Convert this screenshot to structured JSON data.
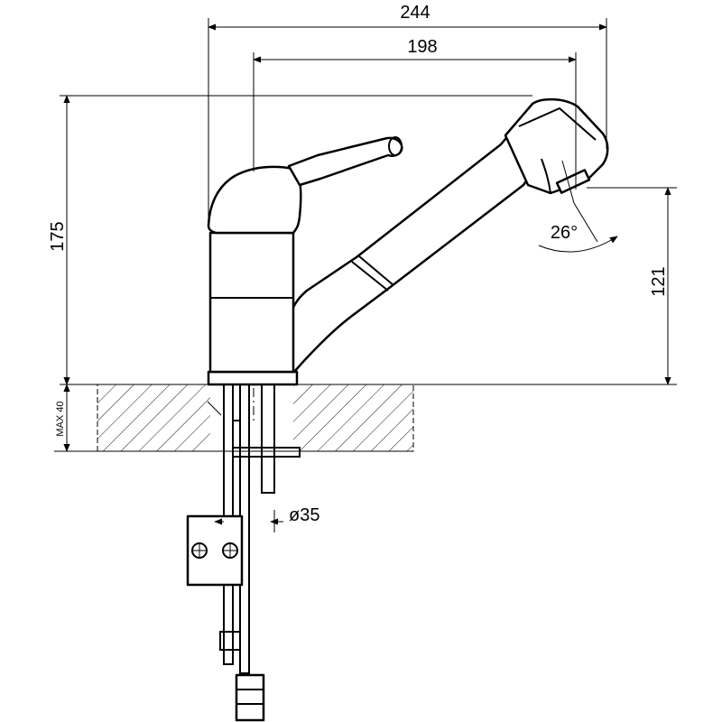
{
  "dimensions": {
    "overall_width": "244",
    "spout_reach": "198",
    "height": "175",
    "outlet_height": "121",
    "spray_angle": "26°",
    "hole_diameter": "ø35",
    "max_deck_thickness": "MAX 40"
  }
}
